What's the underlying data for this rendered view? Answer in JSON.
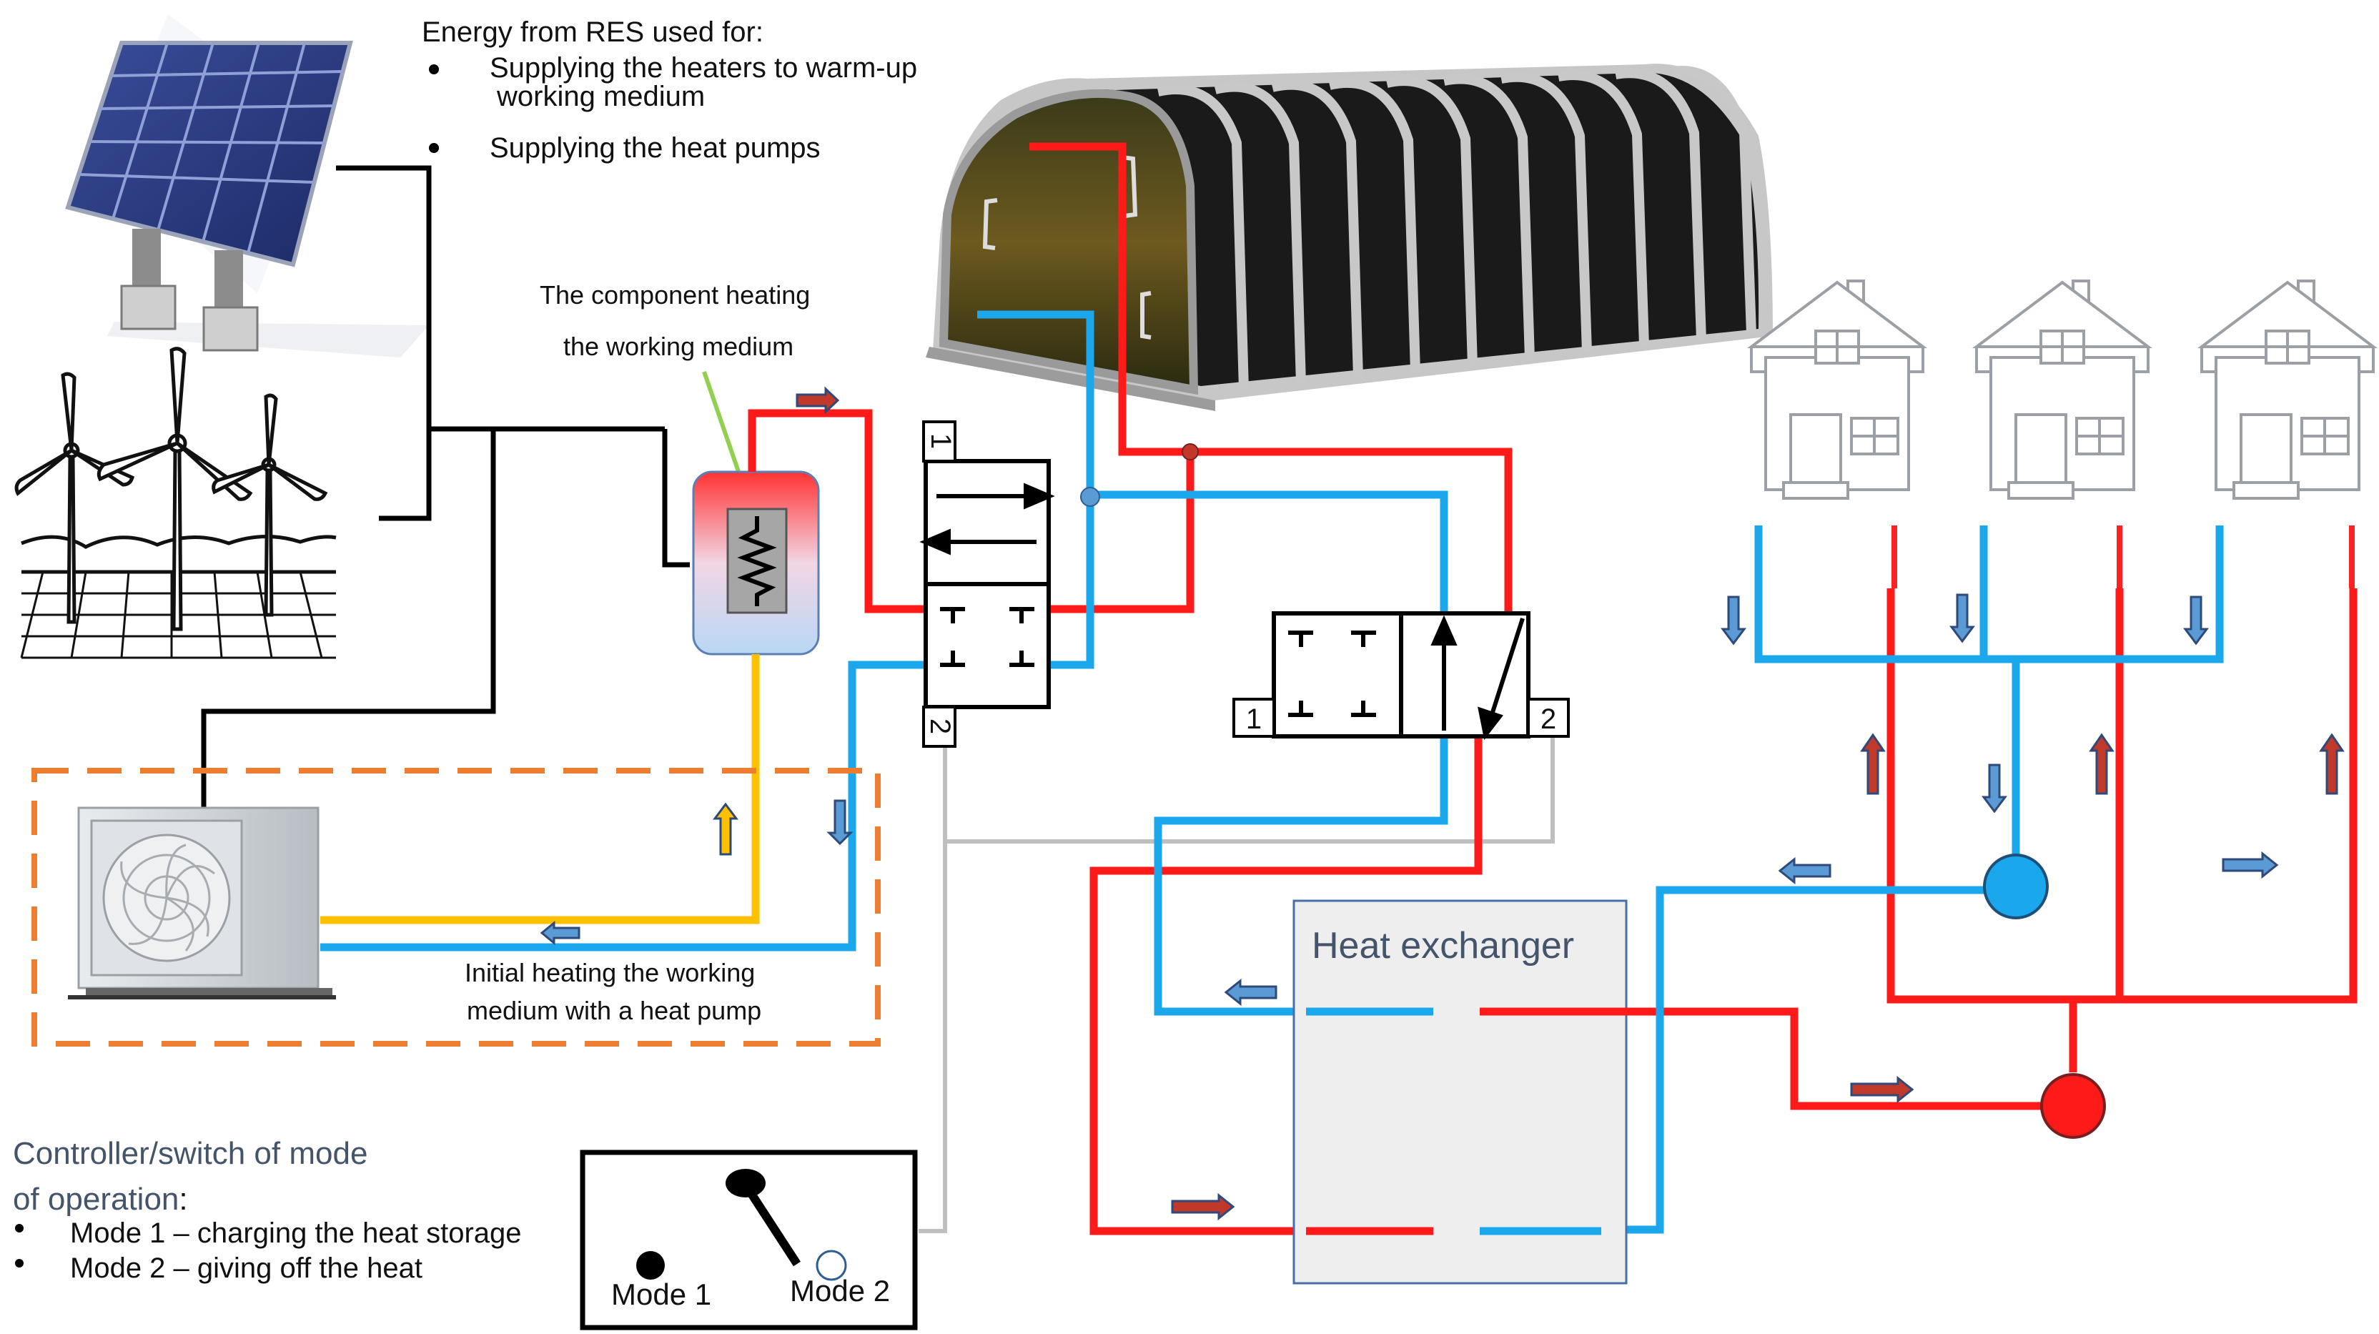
{
  "res_note": {
    "title": "Energy from RES used for:",
    "bullet1_line1": "Supplying the heaters to warm-up",
    "bullet1_line2": "working medium",
    "bullet2": "Supplying the heat pumps"
  },
  "heating_component_label": {
    "line1": "The component heating",
    "line2": "the working medium"
  },
  "heat_pump_label": {
    "line1": "Initial heating the working",
    "line2": "medium with a heat pump"
  },
  "controller": {
    "title_line1": "Controller/switch of mode",
    "title_line2": "of operation",
    "title_colon": ":",
    "mode1_desc": "Mode 1 – charging the heat storage",
    "mode2_desc": "Mode 2 – giving off the heat",
    "mode1_label": "Mode 1",
    "mode2_label": "Mode 2"
  },
  "valve_left": {
    "port_top": "1",
    "port_bottom": "2"
  },
  "valve_right": {
    "port_left": "1",
    "port_right": "2"
  },
  "heat_exchanger": {
    "label": "Heat exchanger"
  },
  "colors": {
    "hot": "#ff1a1a",
    "cold": "#1aa7ec",
    "wire": "#000000",
    "heat_pump_supply": "#ffc000",
    "control_line": "#bfbfbf",
    "dashed_box": "#ed7d31",
    "controller_text": "#44546a"
  }
}
